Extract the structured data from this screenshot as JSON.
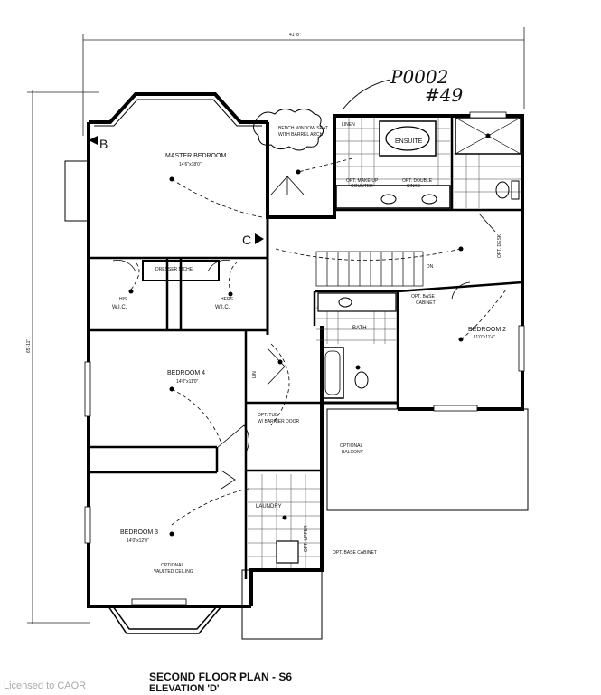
{
  "plan": {
    "title": "SECOND FLOOR PLAN - S6",
    "subtitle": "ELEVATION 'D'",
    "overall_width": "41'-8\"",
    "overall_depth": "65'-11\"",
    "handwritten_lot": "P0002",
    "handwritten_lot_no": "#49",
    "section_b": "B",
    "section_c": "C"
  },
  "rooms": {
    "master_bedroom": "MASTER BEDROOM",
    "master_bedroom_size": "14'6\"x18'0\"",
    "ensuite": "ENSUITE",
    "his_wic": "HIS",
    "his_wic_b": "W.I.C.",
    "hers_wic": "HERS",
    "hers_wic_b": "W.I.C.",
    "dresser_niche": "DRESSER NICHE",
    "bedroom2": "BEDROOM 2",
    "bedroom2_size": "11'0\"x11'4\"",
    "bedroom3": "BEDROOM 3",
    "bedroom3_size": "14'0\"x12'0\"",
    "bedroom4": "BEDROOM 4",
    "bedroom4_size": "14'0\"x11'0\"",
    "bath": "BATH",
    "laundry": "LAUNDRY",
    "linen": "LINEN",
    "linen2": "LIN"
  },
  "notes": {
    "bench_seat": "BENCH WINDOW SEAT",
    "barrel_arch": "WITH BARREL ARCH",
    "opt_makeup": "OPT. MAKE-UP",
    "opt_makeup_b": "COUNTER",
    "opt_double_sinks": "OPT. DOUBLE",
    "opt_double_sinks_b": "SINKS",
    "opt_base_cabinet": "OPT. BASE",
    "opt_base_cabinet_b": "CABINET",
    "opt_tub": "OPT. TUB",
    "opt_tub_b": "W/ BARRIER DOOR",
    "opt_balcony": "OPTIONAL",
    "opt_balcony_b": "BALCONY",
    "opt_base_cabinet2": "OPT. BASE CABINET",
    "opt_vaulted": "OPTIONAL",
    "opt_vaulted_b": "VAULTED CEILING",
    "dn": "DN",
    "opt_desk": "OPT. DESK",
    "opt_cabinet_laundry": "OPT. UPPER"
  },
  "watermark": "Licensed to CAOR"
}
